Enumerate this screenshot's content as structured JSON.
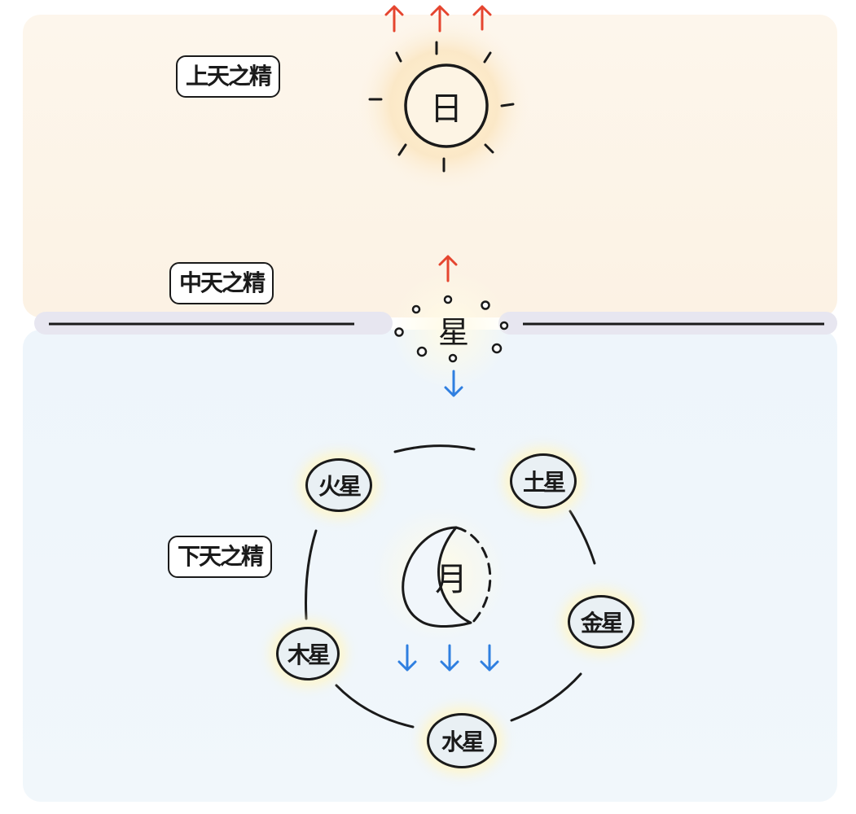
{
  "labels": {
    "upper": "上天之精",
    "middle": "中天之精",
    "lower": "下天之精"
  },
  "sun": {
    "char": "日"
  },
  "stars": {
    "char": "星"
  },
  "moon": {
    "char": "月"
  },
  "planets": {
    "fire": "火星",
    "earth": "土星",
    "metal": "金星",
    "wood": "木星",
    "water": "水星"
  },
  "colors": {
    "up_arrow": "#e5452f",
    "down_arrow": "#2f7fe0",
    "ink": "#1a1a1a",
    "upper_band": "#fcf2e4",
    "lower_band": "#eef5fb"
  }
}
